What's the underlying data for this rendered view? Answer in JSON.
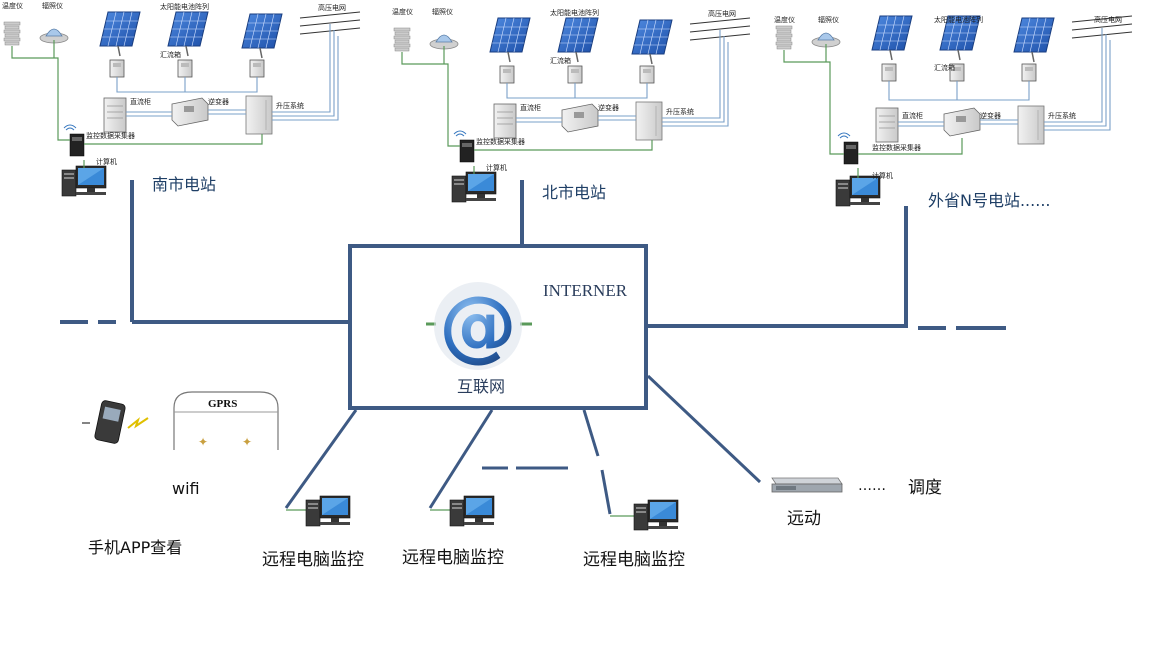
{
  "stations": [
    {
      "name": "南市电站",
      "labels": {
        "temp": "温度仪",
        "irr": "辐照仪",
        "pv": "太阳能电池阵列",
        "grid": "高压电网",
        "combiner": "汇流箱",
        "dc": "直流柜",
        "inverter": "逆变器",
        "boost": "升压系统",
        "collector": "监控数据采集器",
        "computer": "计算机"
      }
    },
    {
      "name": "北市电站",
      "labels": {
        "temp": "温度仪",
        "irr": "辐照仪",
        "pv": "太阳能电池阵列",
        "grid": "高压电网",
        "combiner": "汇流箱",
        "dc": "直流柜",
        "inverter": "逆变器",
        "boost": "升压系统",
        "collector": "监控数据采集器",
        "computer": "计算机"
      }
    },
    {
      "name": "外省N号电站......",
      "labels": {
        "temp": "温度仪",
        "irr": "辐照仪",
        "pv": "太阳能电池阵列",
        "grid": "高压电网",
        "combiner": "汇流箱",
        "dc": "直流柜",
        "inverter": "逆变器",
        "boost": "升压系统",
        "collector": "监控数据采集器",
        "computer": "计算机"
      }
    }
  ],
  "internet": {
    "label_en": "INTERNER",
    "label_cn": "互联网",
    "icon": "at-sign-icon"
  },
  "remote": [
    "远程电脑监控",
    "远程电脑监控",
    "远程电脑监控"
  ],
  "mobile": {
    "gprs": "GPRS",
    "wifi": "wifi",
    "app": "手机APP查看"
  },
  "telecontrol": {
    "device": "远动",
    "dots": "……",
    "dispatch": "调度"
  },
  "colors": {
    "network_line": "#3e5a84",
    "signal_line": "#5a9a5a",
    "cable_blue": "#7aa0c8",
    "panel": "#2b66c8"
  }
}
